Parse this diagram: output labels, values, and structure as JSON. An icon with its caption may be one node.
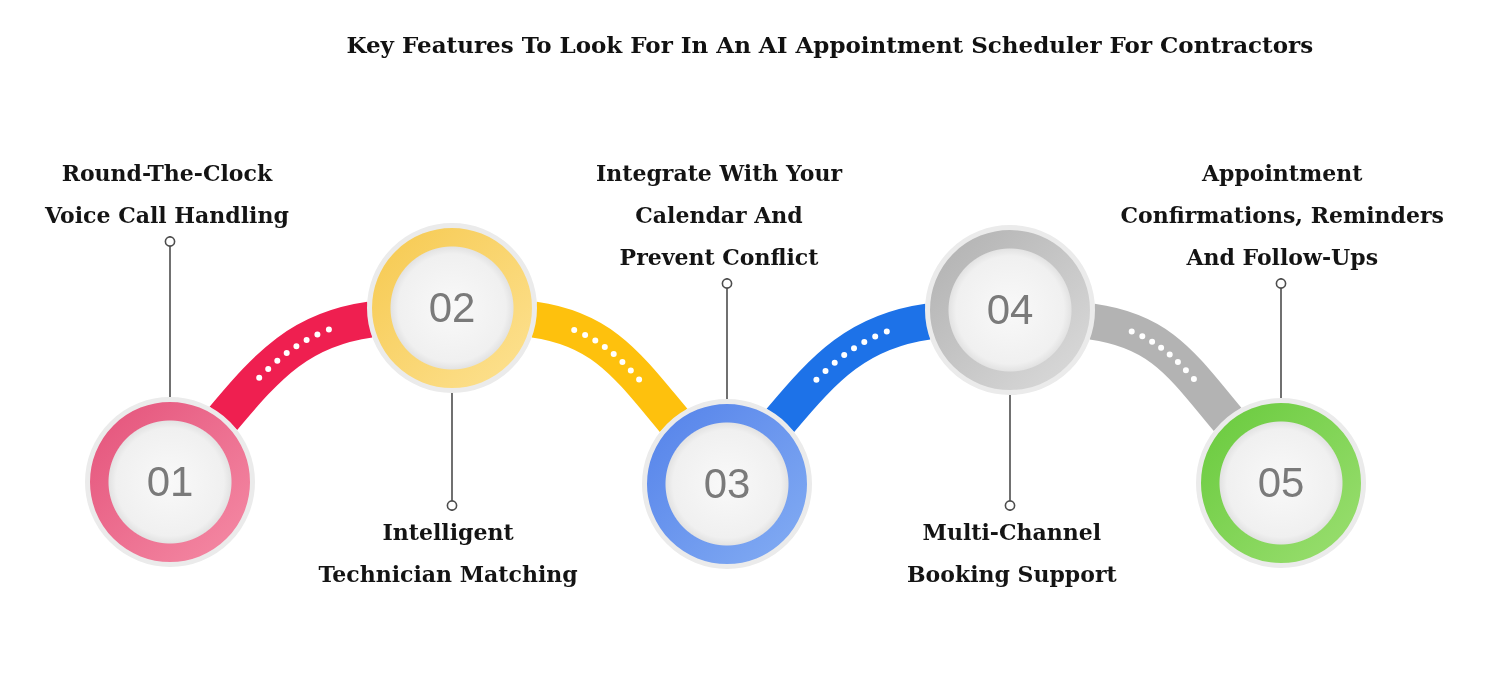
{
  "diagram": {
    "title": "Key Features To Look For In An AI Appointment Scheduler For Contractors",
    "nodes": [
      {
        "text": [
          "Round-The-Clock Voice Call Handling"
        ]
      },
      {
        "text": [
          "01"
        ]
      },
      {
        "text": [
          "02"
        ]
      },
      {
        "text": [
          "Intelligent Technician Matching"
        ]
      },
      {
        "text": [
          "Integrate With Your Calendar And Prevent Conflict"
        ]
      },
      {
        "text": [
          "03"
        ]
      },
      {
        "text": [
          "04"
        ]
      },
      {
        "text": [
          "Multi-Channel Booking Support"
        ]
      },
      {
        "text": [
          "Appointment Confirmations, Reminders And Follow-Ups"
        ]
      },
      {
        "text": [
          "05"
        ]
      }
    ],
    "edges": [
      {
        "from": 1,
        "to": 2,
        "arrow": "none",
        "style": "thick",
        "color": "#ef1f50"
      },
      {
        "from": 2,
        "to": 5,
        "arrow": "none",
        "style": "thick",
        "color": "#fec10d"
      },
      {
        "from": 5,
        "to": 6,
        "arrow": "none",
        "style": "thick",
        "color": "#1d72e8"
      },
      {
        "from": 6,
        "to": 9,
        "arrow": "none",
        "style": "thick",
        "color": "#b3b3b3"
      },
      {
        "from": 0,
        "to": 1,
        "arrow": "other"
      },
      {
        "from": 3,
        "to": 2,
        "arrow": "other"
      },
      {
        "from": 4,
        "to": 5,
        "arrow": "other"
      },
      {
        "from": 7,
        "to": 6,
        "arrow": "other"
      },
      {
        "from": 8,
        "to": 9,
        "arrow": "other"
      }
    ]
  }
}
